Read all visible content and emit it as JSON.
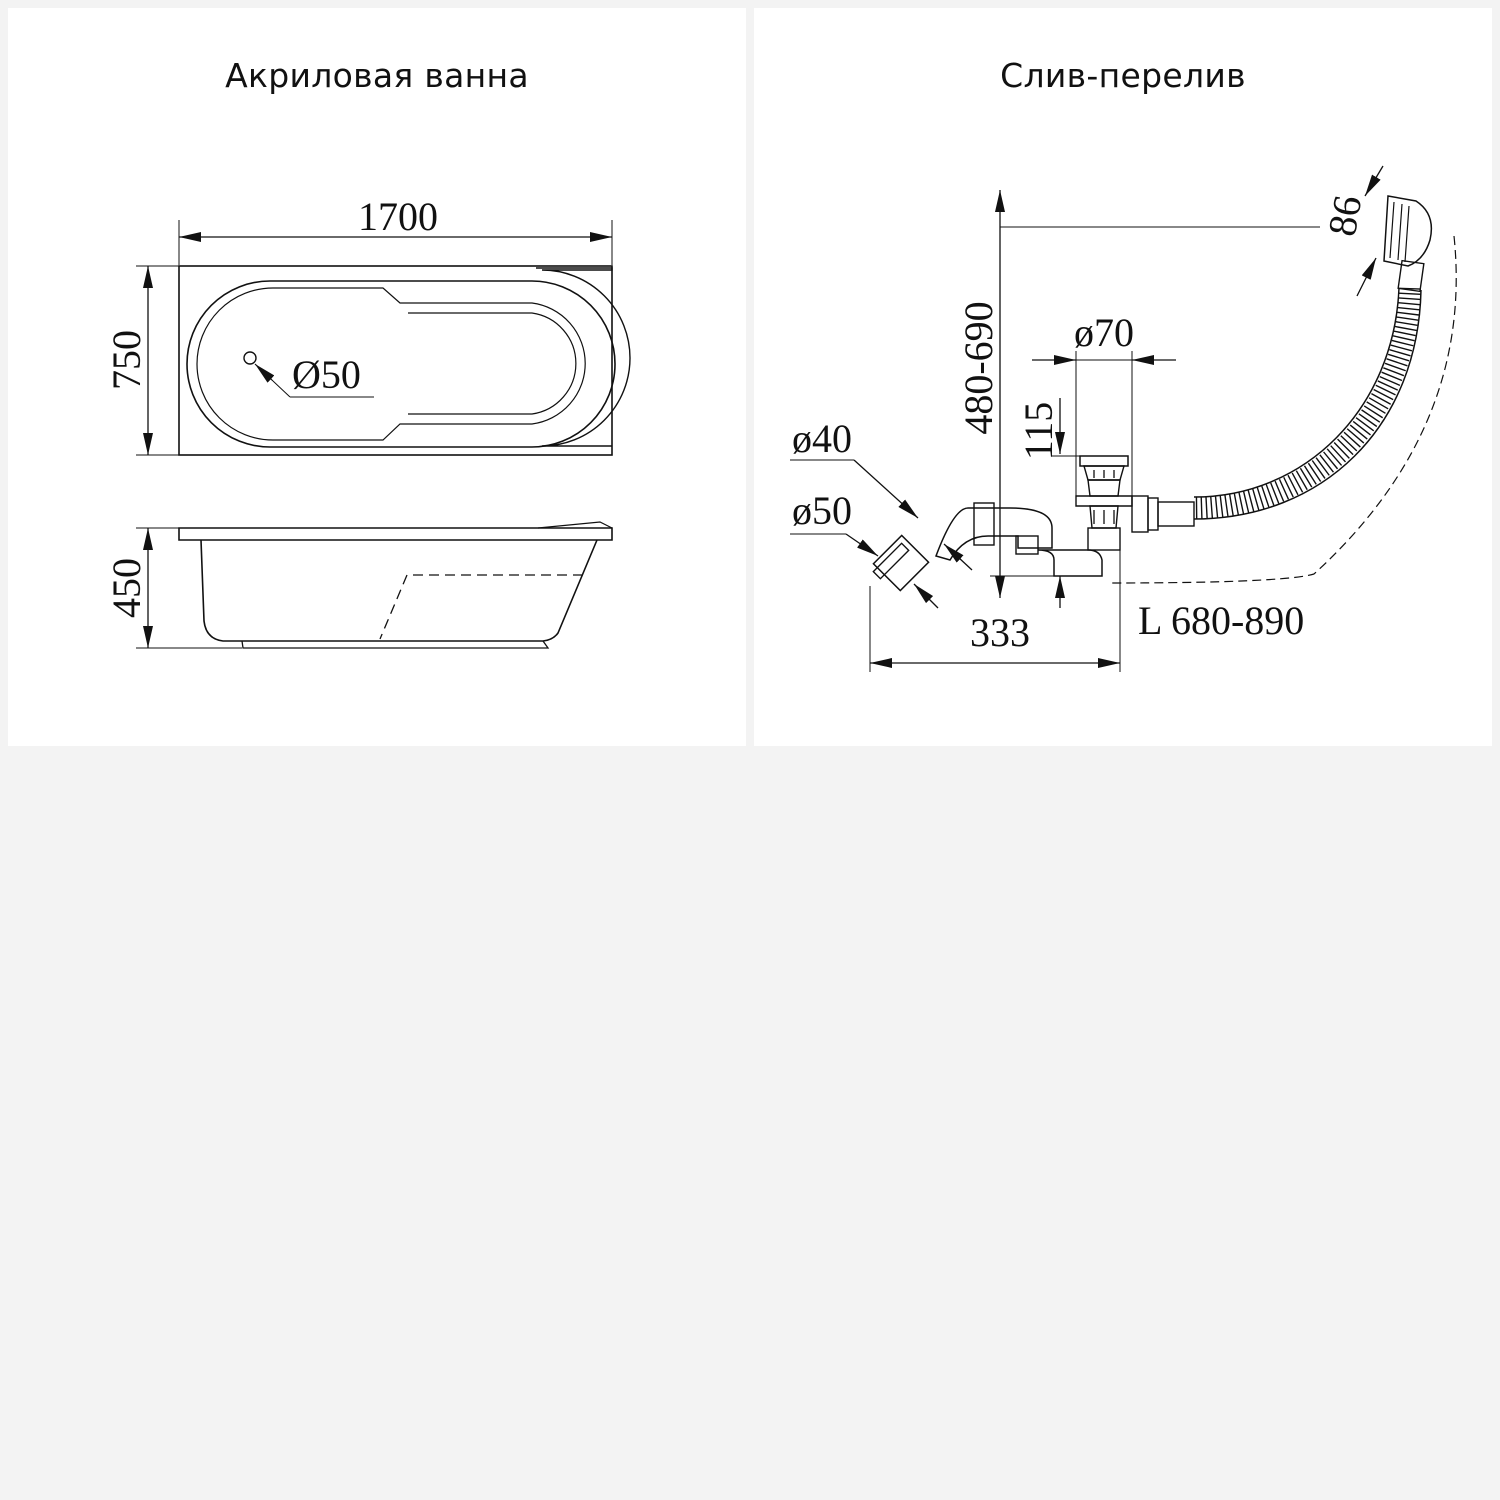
{
  "panels": {
    "bathtub": {
      "title": "Акриловая ванна",
      "dims": {
        "length": "1700",
        "width": "750",
        "drain": "Ø50",
        "height": "450"
      }
    },
    "drain_overflow": {
      "title": "Слив-перелив",
      "dims": {
        "overflow_height": "86",
        "height_range": "480-690",
        "pipe_d70": "ø70",
        "offset_115": "115",
        "pipe_d40": "ø40",
        "pipe_d50": "ø50",
        "length_333": "333",
        "hose_length": "L 680-890"
      }
    }
  },
  "colors": {
    "background": "#f3f3f3",
    "panel": "#ffffff",
    "line": "#111111"
  }
}
